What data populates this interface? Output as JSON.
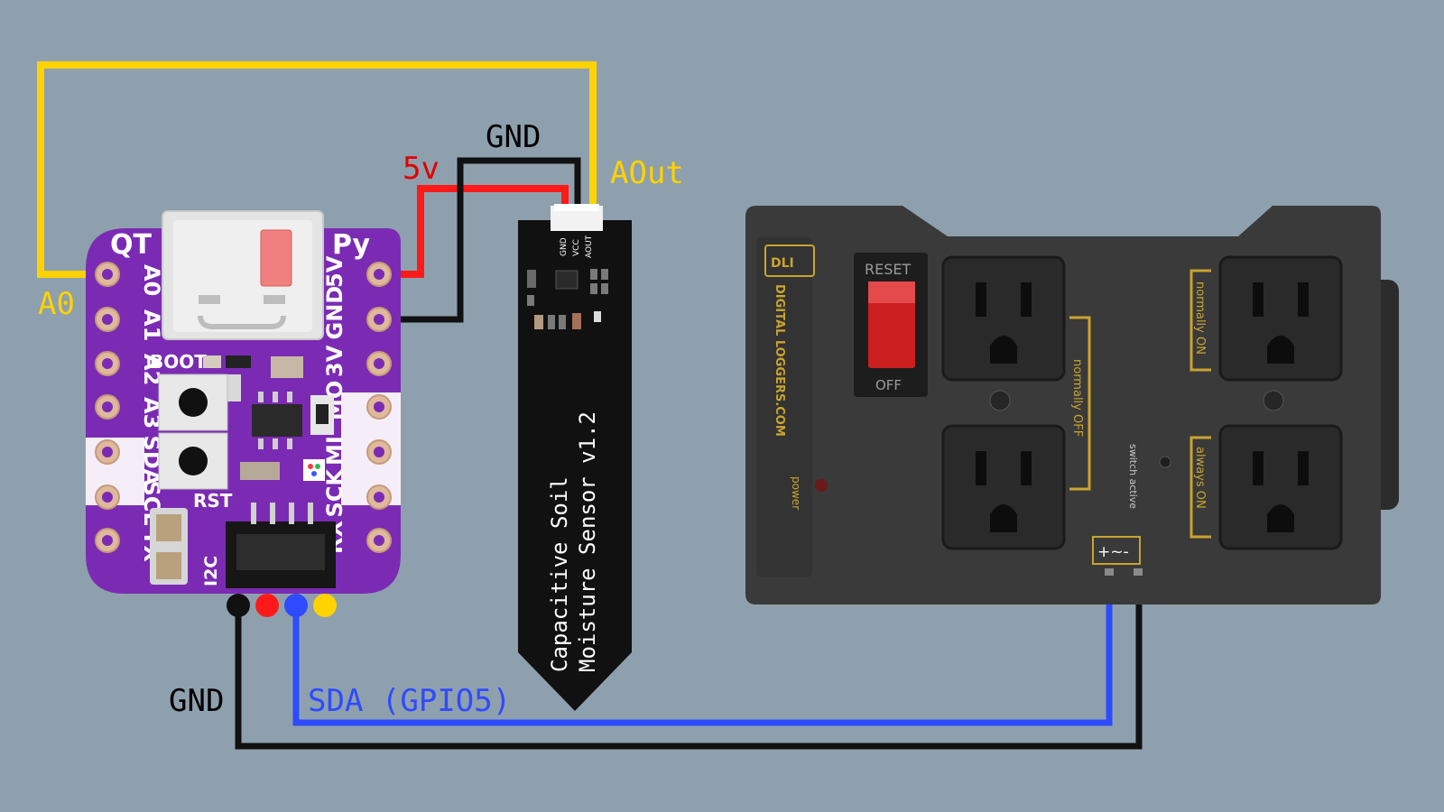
{
  "colors": {
    "background": "#8ea0ad",
    "wire_yellow": "#ffd200",
    "wire_red": "#ff1a1a",
    "wire_black": "#111111",
    "wire_blue": "#2f4bff",
    "board_purple": "#7b2bb3",
    "silkscreen": "#ffffff"
  },
  "wire_labels": {
    "gnd_top": "GND",
    "five_v": "5v",
    "aout": "AOut",
    "a0": "A0",
    "gnd_bottom": "GND",
    "sda": "SDA (GPIO5)"
  },
  "board": {
    "logo_left": "QT",
    "logo_right": "Py",
    "left_pins": [
      "A0",
      "A1",
      "A2",
      "A3",
      "SDA",
      "SCL",
      "TX"
    ],
    "right_pins": [
      "5V",
      "GND",
      "3V",
      "MO",
      "MI",
      "SCK",
      "RX"
    ],
    "boot_label": "BOOT",
    "rst_label": "RST",
    "i2c_label": "I2C"
  },
  "sensor": {
    "pins": [
      "GND",
      "VCC",
      "AOUT"
    ],
    "line1": "Capacitive Soil",
    "line2": "Moisture Sensor v1.2"
  },
  "power_strip": {
    "brand": "DIGITAL LOGGERS.COM",
    "brand_logo": "DLI",
    "reset_label": "RESET",
    "off_label": "OFF",
    "power_label": "power",
    "normally_on": "normally ON",
    "normally_off": "normally OFF",
    "always_on": "always ON",
    "switch_active": "switch active",
    "input_symbol": "+~-"
  }
}
